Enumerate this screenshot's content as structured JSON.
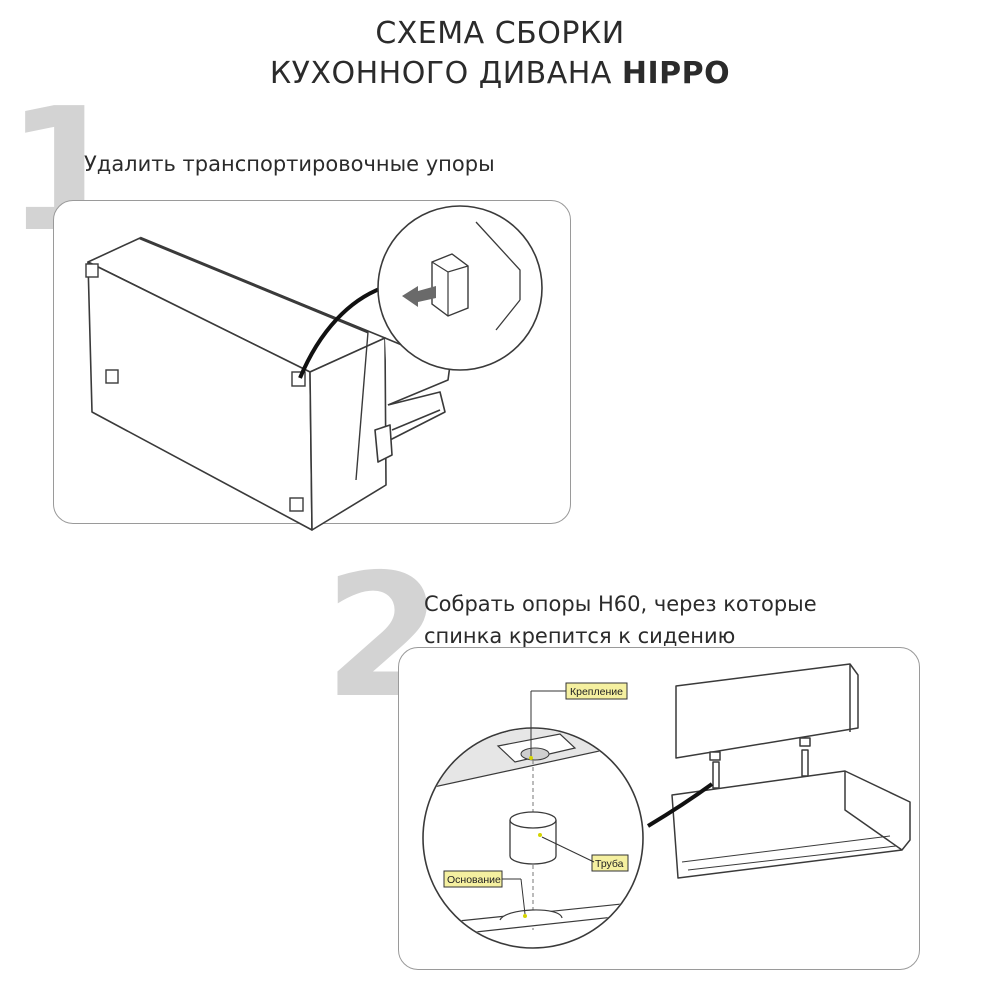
{
  "header": {
    "title_line1": "СХЕМА СБОРКИ",
    "title_line2_prefix": "КУХОННОГО ДИВАНА",
    "title_line2_bold": "HIPPO"
  },
  "steps": [
    {
      "number": "1",
      "text": "Удалить транспортировочные упоры"
    },
    {
      "number": "2",
      "text_line1": "Собрать опоры Н60, через которые",
      "text_line2": "спинка крепится к сидению"
    }
  ],
  "callouts": {
    "fastener": "Крепление",
    "tube": "Труба",
    "base": "Основание"
  },
  "colors": {
    "big_number": "#d3d3d3",
    "label_fill": "#f5f0a0",
    "panel_border": "#9a9a9a",
    "line": "#3a3a3a"
  }
}
